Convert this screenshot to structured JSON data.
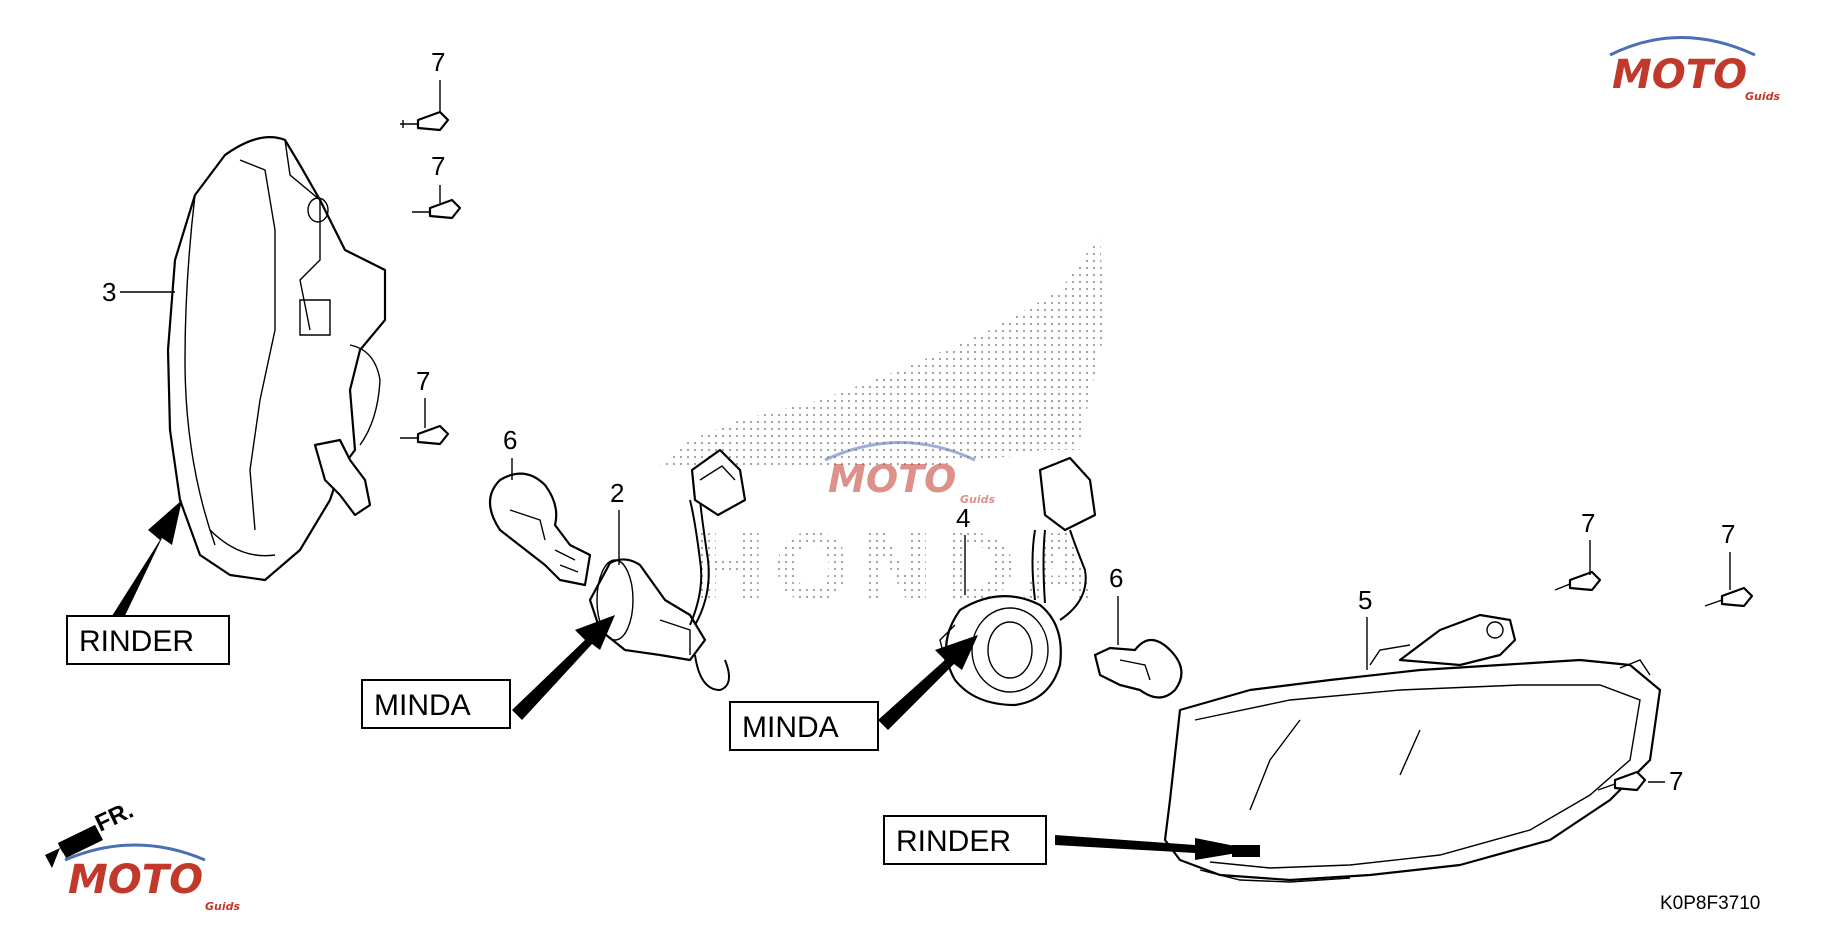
{
  "diagram": {
    "drawing_code": "K0P8F3710",
    "callouts": {
      "c7a": "7",
      "c7b": "7",
      "c3": "3",
      "c7c": "7",
      "c6a": "6",
      "c2": "2",
      "c4": "4",
      "c6b": "6",
      "c5": "5",
      "c7d": "7",
      "c7e": "7",
      "c7f": "7"
    },
    "brand_labels": {
      "rinder_left": "RINDER",
      "minda_left": "MINDA",
      "minda_center": "MINDA",
      "rinder_right": "RINDER"
    },
    "direction_label": "FR.",
    "watermark": {
      "main": "MOTO",
      "sub": "Guids",
      "brand_bg": "HONDA"
    }
  },
  "colors": {
    "line": "#000000",
    "watermark_red": "#c0392b",
    "watermark_blue": "#4a6fb5",
    "dots": "#888888"
  }
}
